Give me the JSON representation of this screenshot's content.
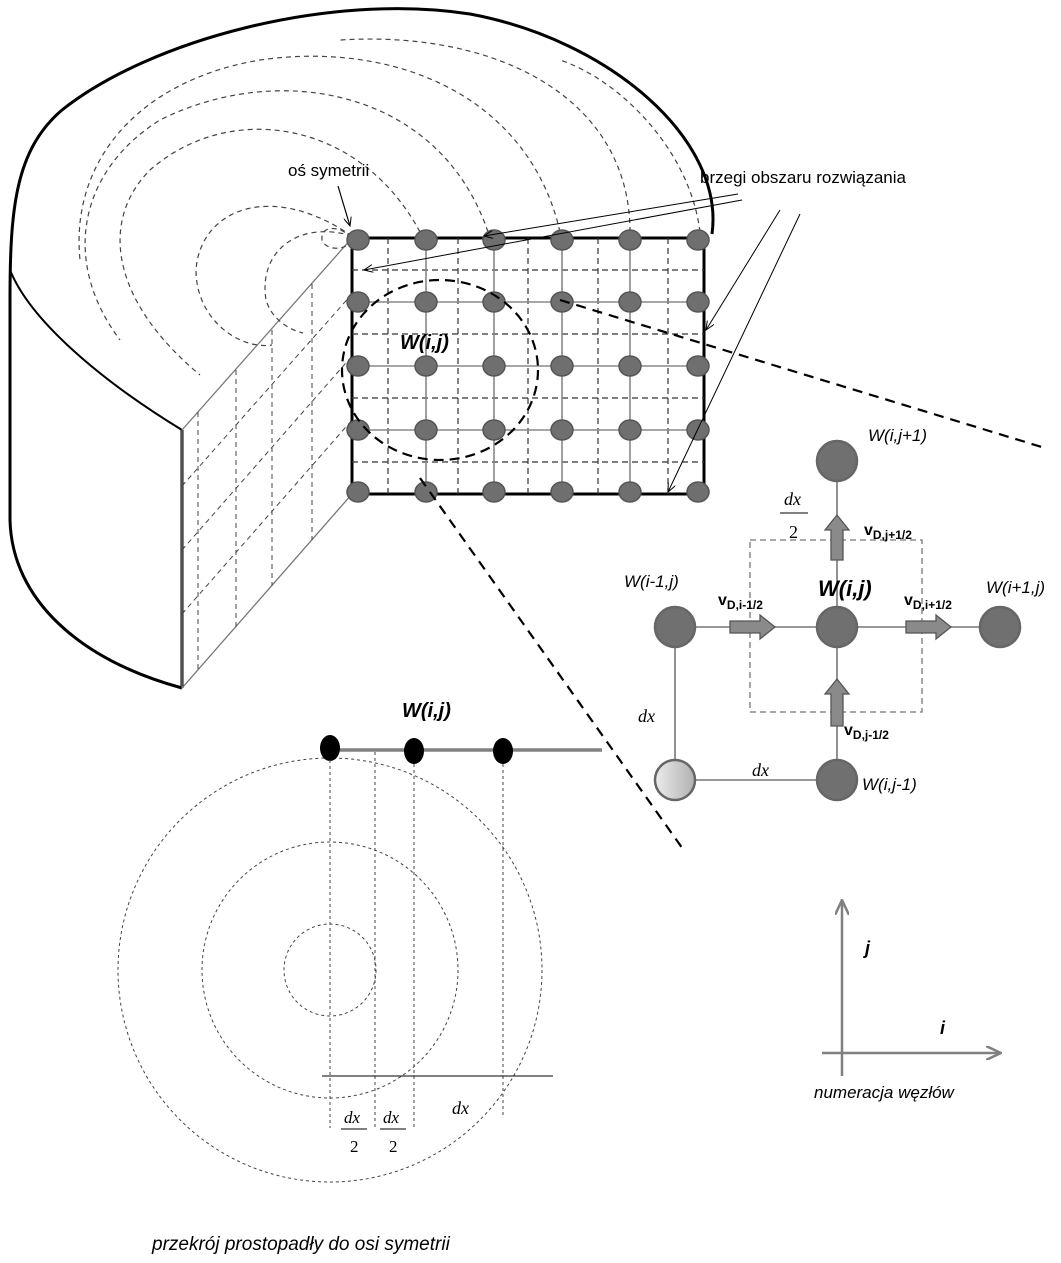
{
  "cylinder": {
    "axis_label": "oś symetrii",
    "boundaries_label": "brzegi obszaru rozwiązania",
    "cell_label": "W(i,j)"
  },
  "stencil": {
    "top": "W(i,j+1)",
    "left": "W(i-1,j)",
    "center": "W(i,j)",
    "right": "W(i+1,j)",
    "bottom": "W(i,j-1)",
    "v_top": {
      "main": "v",
      "sub": "D,j+1/2"
    },
    "v_left": {
      "main": "v",
      "sub": "D,i-1/2"
    },
    "v_right": {
      "main": "v",
      "sub": "D,i+1/2"
    },
    "v_bottom": {
      "main": "v",
      "sub": "D,j-1/2"
    },
    "dx_vertical": "dx",
    "dx_horizontal": "dx",
    "half_num": "dx",
    "half_den": "2"
  },
  "axes": {
    "j": "j",
    "i": "i",
    "caption": "numeracja węzłów"
  },
  "cross_section": {
    "node_label": "W(i,j)",
    "half1_num": "dx",
    "half1_den": "2",
    "half2_num": "dx",
    "half2_den": "2",
    "dx": "dx",
    "caption": "przekrój prostopadły do osi symetrii"
  }
}
